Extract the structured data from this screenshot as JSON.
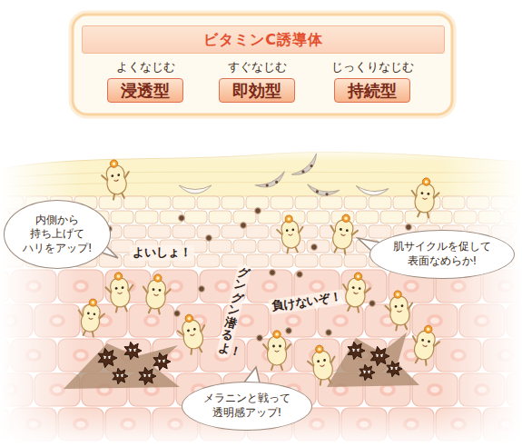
{
  "diagram": {
    "nodes": [
      {
        "text": [
          "ビタミンC誘導体"
        ]
      },
      {
        "text": [
          "よくなじむ",
          "浸透型"
        ]
      },
      {
        "text": [
          "すぐなじむ",
          "即効型"
        ]
      },
      {
        "text": [
          "じっくりなじむ",
          "持続型"
        ]
      },
      {
        "text": [
          "内側から 持ち上げて ハリをアップ!"
        ]
      },
      {
        "text": [
          "肌サイクルを促して 表面なめらか!"
        ]
      },
      {
        "text": [
          "メラニンと戦って 透明感アップ!"
        ]
      }
    ],
    "labels": [
      "よいしょ！",
      "グングン潜るよ！",
      "負けないぞ！"
    ]
  }
}
